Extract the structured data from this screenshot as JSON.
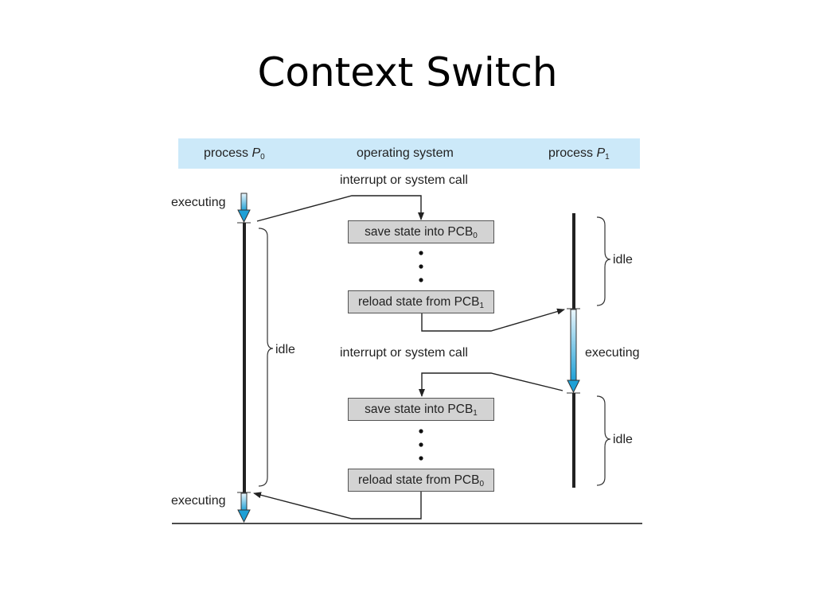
{
  "title": "Context Switch",
  "header": {
    "p0_text": "process ",
    "p0_var": "P",
    "p0_sub": "0",
    "os": "operating system",
    "p1_text": "process ",
    "p1_var": "P",
    "p1_sub": "1"
  },
  "labels": {
    "interrupt_1": "interrupt or system call",
    "interrupt_2": "interrupt or system call",
    "executing_p0_top": "executing",
    "executing_p0_bottom": "executing",
    "executing_p1": "executing",
    "idle_p0": "idle",
    "idle_p1_top": "idle",
    "idle_p1_bottom": "idle"
  },
  "boxes": {
    "save_pcb0": {
      "text": "save state into PCB",
      "sub": "0"
    },
    "reload_pcb1": {
      "text": "reload state from PCB",
      "sub": "1"
    },
    "save_pcb1": {
      "text": "save state into PCB",
      "sub": "1"
    },
    "reload_pcb0": {
      "text": "reload state from PCB",
      "sub": "0"
    }
  },
  "colors": {
    "header_band": "#cce9f9",
    "box_fill": "#d3d3d3",
    "arrow_blue": "#2aa6d9"
  }
}
